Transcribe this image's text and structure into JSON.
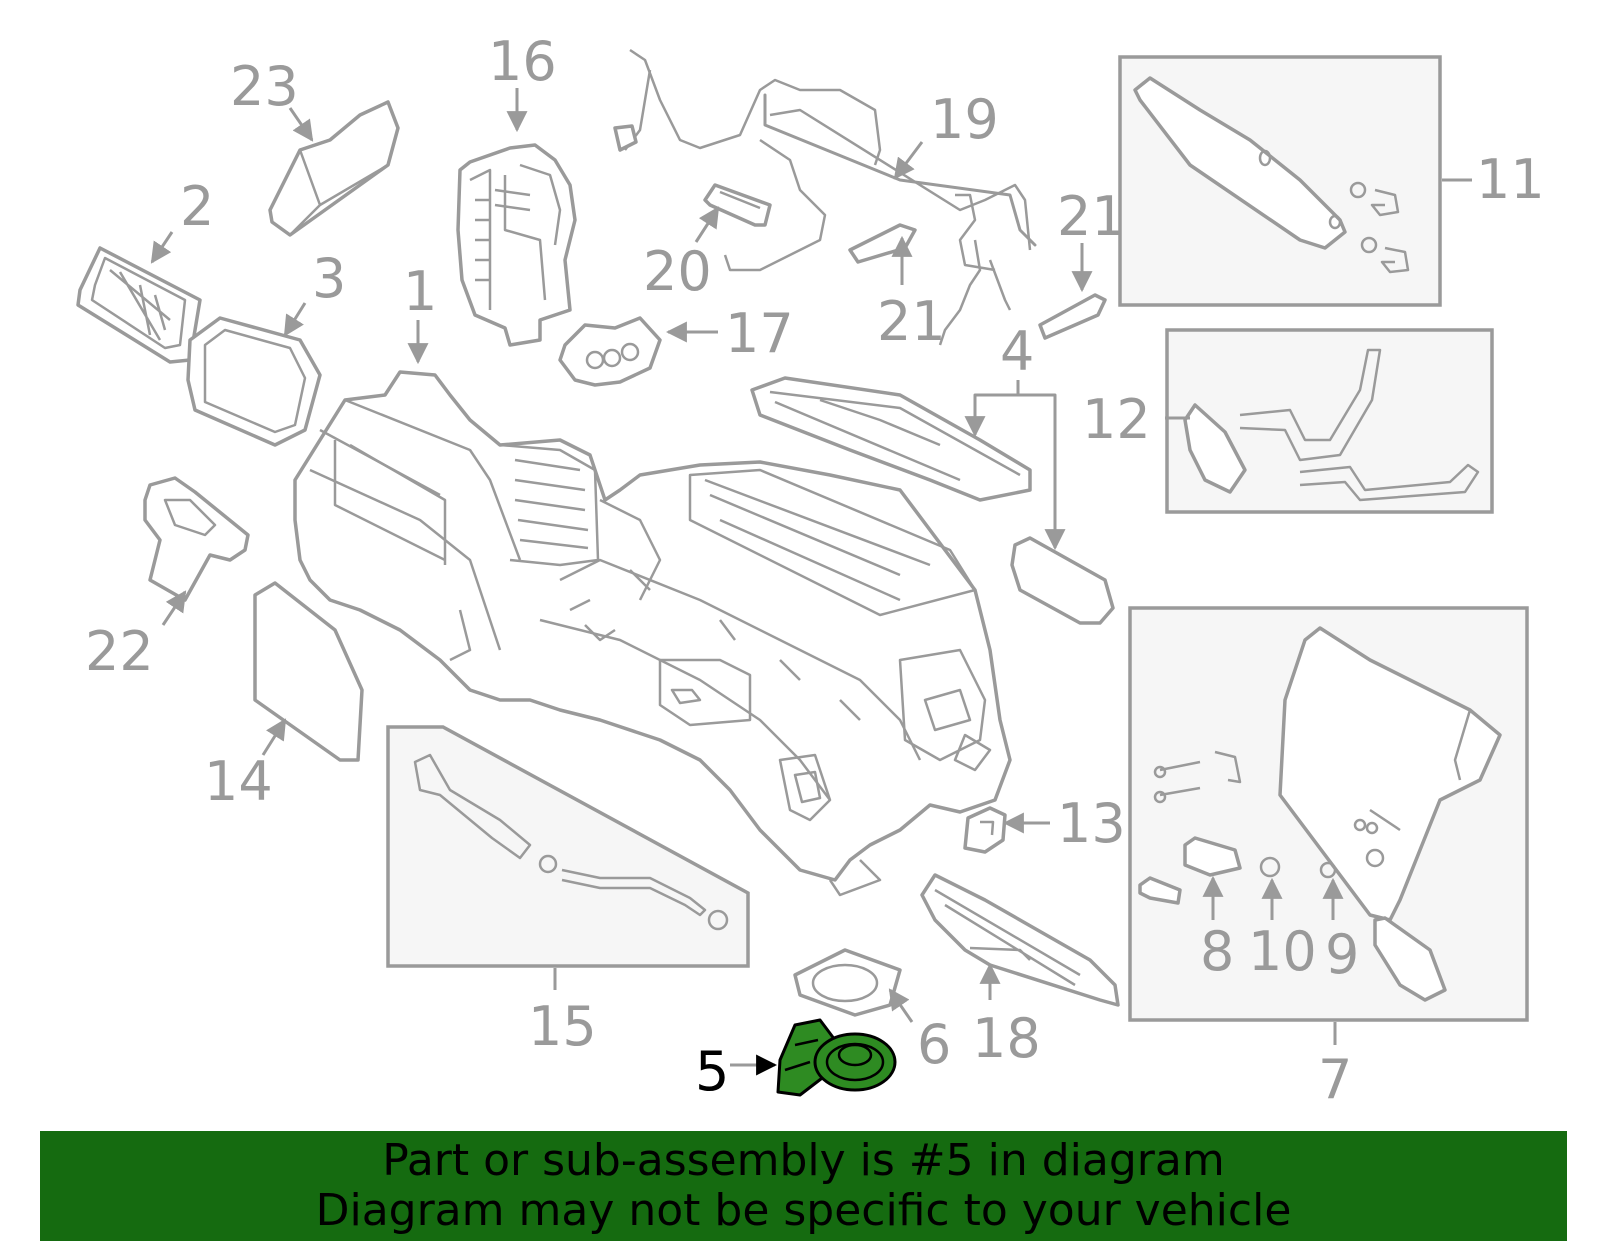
{
  "callouts": {
    "c1": "1",
    "c2": "2",
    "c3": "3",
    "c4": "4",
    "c5": "5",
    "c6": "6",
    "c7": "7",
    "c8": "8",
    "c9": "9",
    "c10": "10",
    "c11": "11",
    "c12": "12",
    "c13": "13",
    "c14": "14",
    "c15": "15",
    "c16": "16",
    "c17": "17",
    "c18": "18",
    "c19": "19",
    "c20": "20",
    "c21a": "21",
    "c21b": "21",
    "c22": "22",
    "c23": "23"
  },
  "highlighted_part": "5",
  "banner": {
    "line1": "Part or sub-assembly is #5 in diagram",
    "line2": "Diagram may not be specific to your vehicle"
  },
  "colors": {
    "line_art": "#9a9a9a",
    "highlight": "#2e8b22",
    "banner_bg": "#156b10",
    "banner_text": "#000000"
  }
}
